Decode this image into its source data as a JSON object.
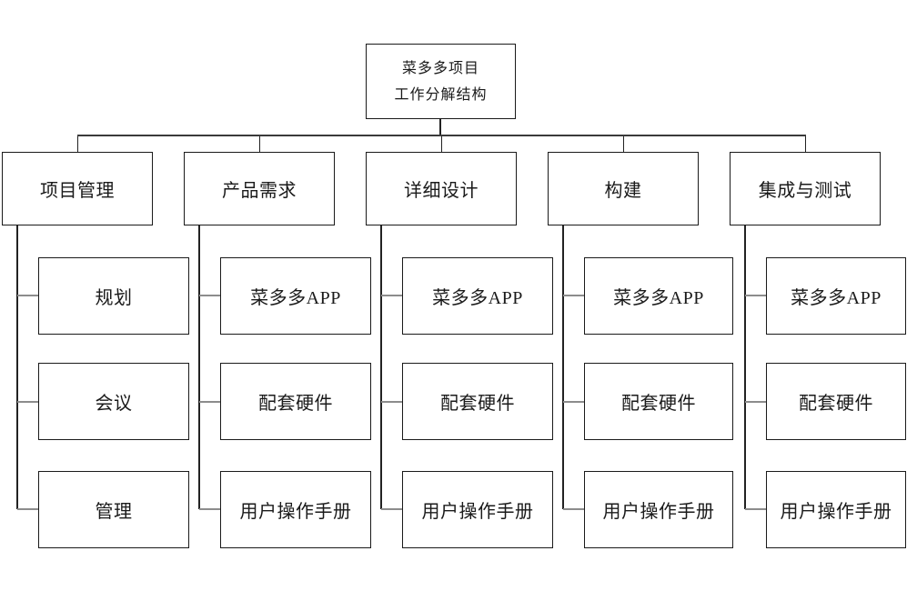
{
  "diagram": {
    "type": "work-breakdown-structure-tree",
    "root": {
      "line1": "菜多多项目",
      "line2": "工作分解结构"
    },
    "columns": [
      {
        "label": "项目管理",
        "children": [
          "规划",
          "会议",
          "管理"
        ]
      },
      {
        "label": "产品需求",
        "children": [
          "菜多多APP",
          "配套硬件",
          "用户操作手册"
        ]
      },
      {
        "label": "详细设计",
        "children": [
          "菜多多APP",
          "配套硬件",
          "用户操作手册"
        ]
      },
      {
        "label": "构建",
        "children": [
          "菜多多APP",
          "配套硬件",
          "用户操作手册"
        ]
      },
      {
        "label": "集成与测试",
        "children": [
          "菜多多APP",
          "配套硬件",
          "用户操作手册"
        ]
      }
    ],
    "colors": {
      "background": "#ffffff",
      "box_border": "#1a1a1a",
      "text": "#1a1a1a",
      "connector": "#3a3a3a",
      "stub": "#8c8c8c"
    }
  }
}
